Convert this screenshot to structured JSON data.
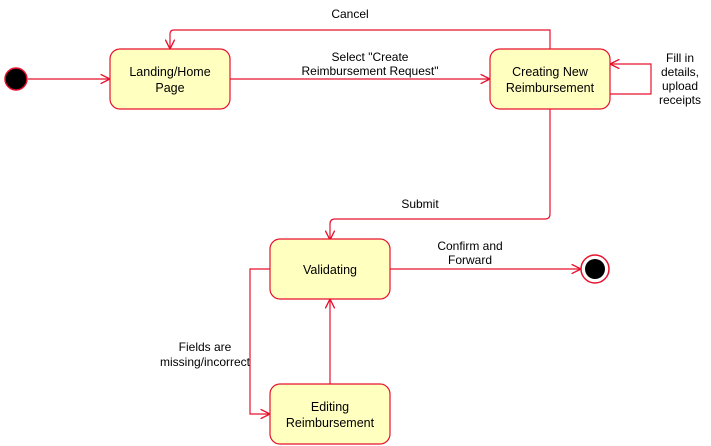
{
  "diagram": {
    "states": {
      "landing": {
        "line1": "Landing/Home",
        "line2": "Page"
      },
      "creating": {
        "line1": "Creating New",
        "line2": "Reimbursement"
      },
      "validating": {
        "line1": "Validating"
      },
      "editing": {
        "line1": "Editing",
        "line2": "Reimbursement"
      }
    },
    "transitions": {
      "cancel": {
        "line1": "Cancel"
      },
      "select_create": {
        "line1": "Select \"Create",
        "line2": "Reimbursement Request\""
      },
      "fill_in": {
        "line1": "Fill in",
        "line2": "details,",
        "line3": "upload",
        "line4": "receipts"
      },
      "submit": {
        "line1": "Submit"
      },
      "confirm": {
        "line1": "Confirm and",
        "line2": "Forward"
      },
      "fields_missing": {
        "line1": "Fields are",
        "line2": "missing/incorrect"
      }
    },
    "colors": {
      "line": "#e8112d",
      "state_fill": "#ffffc0",
      "node_fill": "#000000"
    }
  }
}
